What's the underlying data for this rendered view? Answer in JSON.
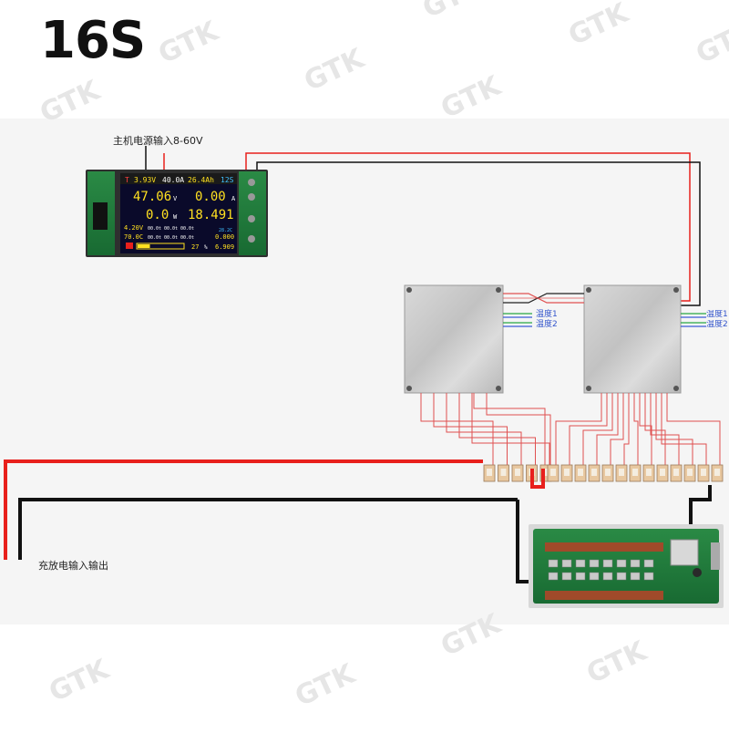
{
  "title": "16S",
  "watermark": "GTK",
  "labels": {
    "host_power": "主机电源输入8-60V",
    "temp1": "温度1",
    "temp2": "温度2",
    "charge_io": "充放电输入输出"
  },
  "monitor": {
    "row1": [
      "3.93V",
      "40.0A",
      "26.4Ah",
      "12S"
    ],
    "voltage": "47.06",
    "voltage_unit": "V",
    "current": "0.00",
    "current_unit": "A",
    "power": "0.0",
    "power_unit": "W",
    "energy": "18.491",
    "cell_max": "4.20V",
    "temp": "70.0C",
    "cell_values": [
      "00.0t",
      "00.0t",
      "00.0t",
      "00.0t",
      "00.0t",
      "00.0t"
    ],
    "side_small": "28.2C",
    "side_value": "0.000",
    "percent": "27",
    "percent_unit": "%",
    "capacity": "6.909"
  },
  "colors": {
    "red_wire": "#e8201c",
    "black_wire": "#111111",
    "sense_wire": "#e05050",
    "temp_blue": "#3a5ad8",
    "temp_green": "#29a845",
    "lcd_bg": "#0a0a2a",
    "pcb_green": "#1f7a3a"
  }
}
